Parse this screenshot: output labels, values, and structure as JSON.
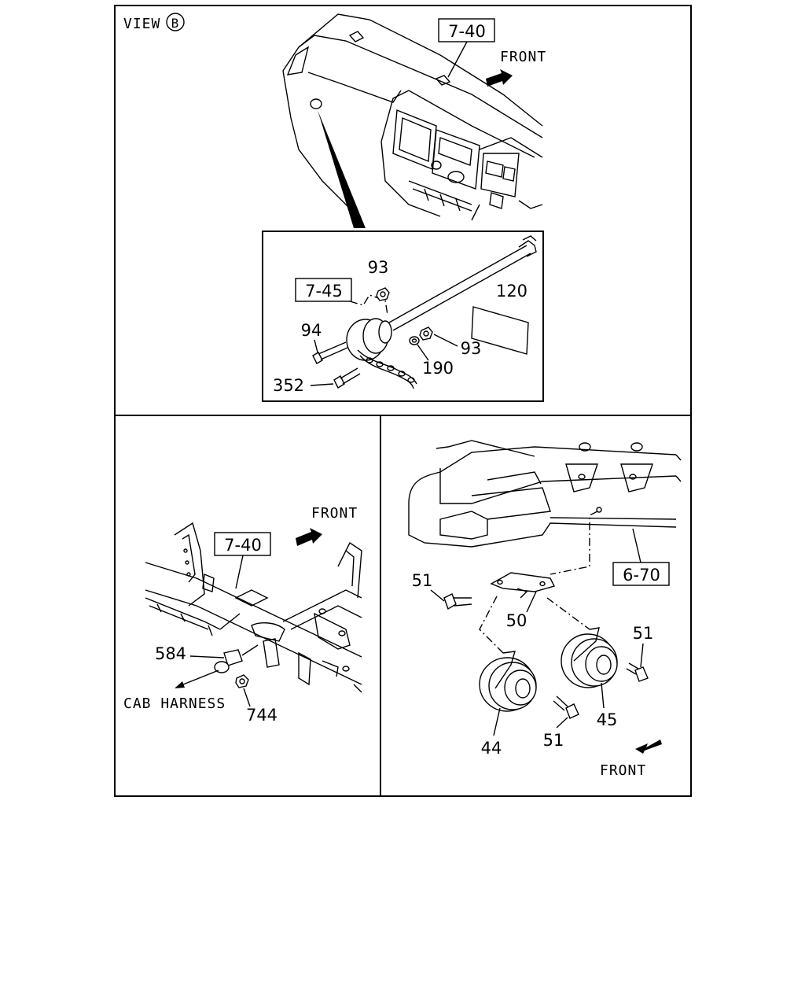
{
  "view": {
    "label": "VIEW",
    "marker": "B"
  },
  "top_panel": {
    "ref_main": "7-40",
    "front": "FRONT",
    "inset": {
      "ref": "7-45",
      "parts": {
        "p93a": "93",
        "p120": "120",
        "p94": "94",
        "p93b": "93",
        "p190": "190",
        "p352": "352"
      }
    }
  },
  "left_panel": {
    "front": "FRONT",
    "ref": "7-40",
    "parts": {
      "p584": "584",
      "p744": "744"
    },
    "cab_harness": "CAB HARNESS"
  },
  "right_panel": {
    "ref": "6-70",
    "front": "FRONT",
    "parts": {
      "p51a": "51",
      "p50": "50",
      "p51b": "51",
      "p45": "45",
      "p44": "44",
      "p51c": "51"
    }
  }
}
